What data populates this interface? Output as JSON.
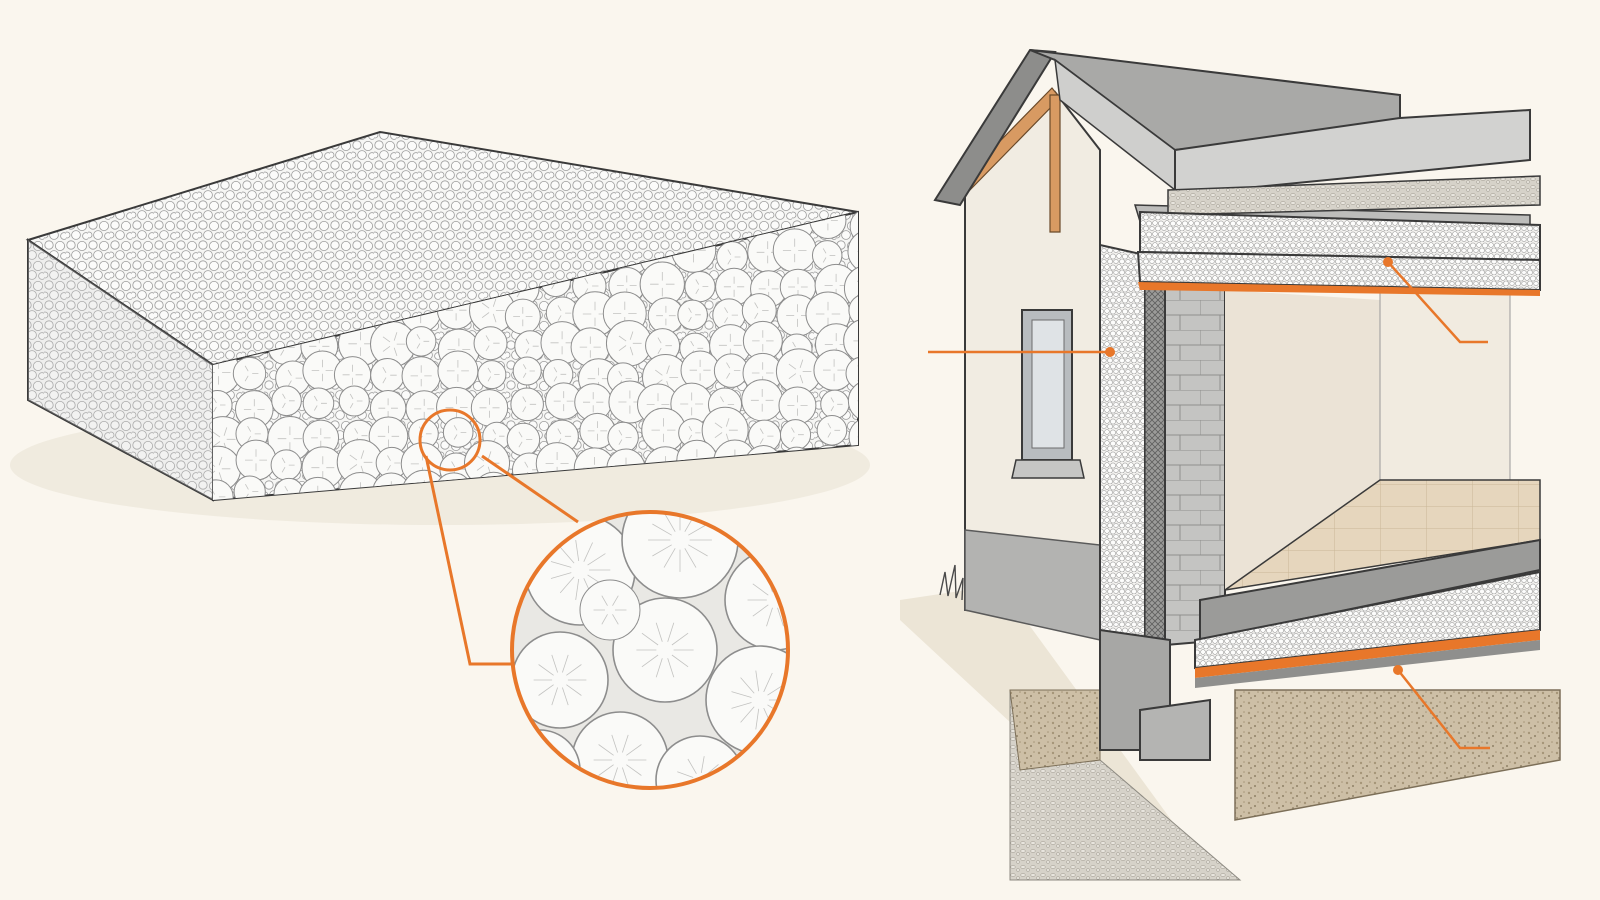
{
  "colors": {
    "background": "#faf6ee",
    "accent": "#e8772a",
    "ink": "#3a3a3a",
    "bead": "#f4f4f2",
    "bead_stroke": "#8d8d8d",
    "concrete": "#b9b9b7",
    "concrete_dark": "#8e8e8c",
    "plaster": "#efe9de",
    "interior": "#e9e0d2",
    "floor_tile": "#e6d6bd",
    "soil": "#cdbfa6",
    "wood": "#d89a62"
  },
  "callouts": [
    {
      "name": "wall-insulation-callout",
      "text": ""
    },
    {
      "name": "roof-insulation-callout",
      "text": ""
    },
    {
      "name": "floor-insulation-callout",
      "text": ""
    }
  ]
}
